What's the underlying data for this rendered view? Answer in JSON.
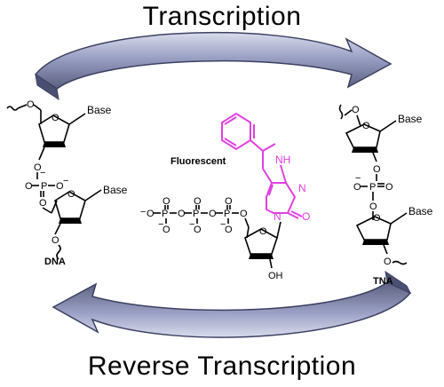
{
  "titles": {
    "top": "Transcription",
    "bottom": "Reverse Transcription"
  },
  "labels": {
    "dna": "DNA",
    "tna": "TNA",
    "fluorescent": "Fluorescent",
    "base": "Base",
    "oxygen": "O",
    "phosphorus": "P",
    "minus": "−",
    "oh": "OH",
    "nh": "NH",
    "nitrogen": "N"
  },
  "colors": {
    "arrow_fill": "#8d93b8",
    "arrow_light": "#c8cbe0",
    "arrow_dark": "#4b5072",
    "fluorophore": "#e040e0"
  }
}
